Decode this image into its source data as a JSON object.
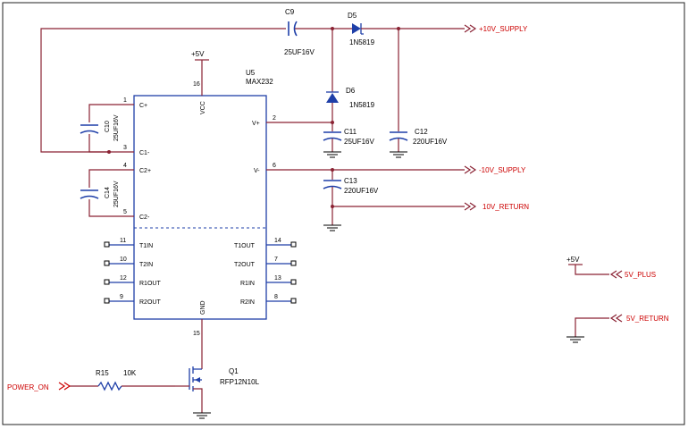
{
  "ic": {
    "ref": "U5",
    "part": "MAX232",
    "pins": {
      "vcc_num": "16",
      "vcc": "VCC",
      "gnd_num": "15",
      "gnd": "GND",
      "c1p_num": "1",
      "c1p": "C+",
      "c1m_num": "3",
      "c1m": "C1-",
      "c2p_num": "4",
      "c2p": "C2+",
      "c2m_num": "5",
      "c2m": "C2-",
      "vp_num": "2",
      "vp": "V+",
      "vm_num": "6",
      "vm": "V-",
      "t1in_num": "11",
      "t1in": "T1IN",
      "t2in_num": "10",
      "t2in": "T2IN",
      "r1out_num": "12",
      "r1out": "R1OUT",
      "r2out_num": "9",
      "r2out": "R2OUT",
      "t1out_num": "14",
      "t1out": "T1OUT",
      "t2out_num": "7",
      "t2out": "T2OUT",
      "r1in_num": "13",
      "r1in": "R1IN",
      "r2in_num": "8",
      "r2in": "R2IN"
    }
  },
  "components": {
    "c9": {
      "ref": "C9",
      "value": "25UF16V"
    },
    "c10": {
      "ref": "C10",
      "value": "25UF16V"
    },
    "c11": {
      "ref": "C11",
      "value": "25UF16V"
    },
    "c12": {
      "ref": "C12",
      "value": "220UF16V"
    },
    "c13": {
      "ref": "C13",
      "value": "220UF16V"
    },
    "c14": {
      "ref": "C14",
      "value": "25UF16V"
    },
    "d5": {
      "ref": "D5",
      "value": "1N5819"
    },
    "d6": {
      "ref": "D6",
      "value": "1N5819"
    },
    "r15": {
      "ref": "R15",
      "value": "10K"
    },
    "q1": {
      "ref": "Q1",
      "value": "RFP12N10L"
    }
  },
  "power": {
    "vcc_top": "+5V",
    "vcc_right": "+5V"
  },
  "ports": {
    "p10v_supply": "+10V_SUPPLY",
    "n10v_supply": "-10V_SUPPLY",
    "ret10v": "10V_RETURN",
    "plus5v": "5V_PLUS",
    "ret5v": "5V_RETURN",
    "power_on": "POWER_ON"
  },
  "colors": {
    "wire": "#8a2233",
    "component": "#1f3fa8",
    "power_on_label": "#cc0000"
  }
}
